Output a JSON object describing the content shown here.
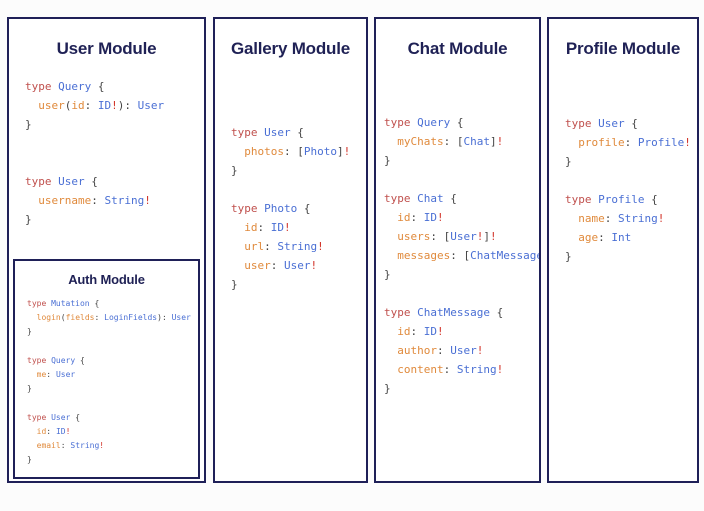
{
  "page": {
    "background": "#fcfcfc",
    "border_color": "#1f2058",
    "title_color": "#1f2155"
  },
  "syntax_colors": {
    "keyword": "#c0504d",
    "type_name": "#4a6fd4",
    "field_name": "#e08a3c",
    "punctuation": "#444444",
    "non_null": "#d2342a"
  },
  "panels": {
    "user": {
      "title": "User Module",
      "code_lines": [
        "type Query {",
        "  user(id: ID!): User",
        "}",
        "",
        "",
        "type User {",
        "  username: String!",
        "}"
      ],
      "code_text": "type Query {\n  user(id: ID!): User\n}\n\n\ntype User {\n  username: String!\n}"
    },
    "auth": {
      "title": "Auth Module",
      "code_lines": [
        "type Mutation {",
        "  login(fields: LoginFields): User",
        "}",
        "",
        "type Query {",
        "  me: User",
        "}",
        "",
        "type User {",
        "  id: ID!",
        "  email: String!",
        "}"
      ],
      "code_text": "type Mutation {\n  login(fields: LoginFields): User\n}\n\ntype Query {\n  me: User\n}\n\ntype User {\n  id: ID!\n  email: String!\n}"
    },
    "gallery": {
      "title": "Gallery Module",
      "code_lines": [
        "type User {",
        "  photos: [Photo]!",
        "}",
        "",
        "type Photo {",
        "  id: ID!",
        "  url: String!",
        "  user: User!",
        "}"
      ],
      "code_text": "type User {\n  photos: [Photo]!\n}\n\ntype Photo {\n  id: ID!\n  url: String!\n  user: User!\n}"
    },
    "chat": {
      "title": "Chat Module",
      "code_lines": [
        "type Query {",
        "  myChats: [Chat]!",
        "}",
        "",
        "type Chat {",
        "  id: ID!",
        "  users: [User!]!",
        "  messages: [ChatMessage]!",
        "}",
        "",
        "type ChatMessage {",
        "  id: ID!",
        "  author: User!",
        "  content: String!",
        "}"
      ],
      "code_text": "type Query {\n  myChats: [Chat]!\n}\n\ntype Chat {\n  id: ID!\n  users: [User!]!\n  messages: [ChatMessage]!\n}\n\ntype ChatMessage {\n  id: ID!\n  author: User!\n  content: String!\n}"
    },
    "profile": {
      "title": "Profile Module",
      "code_lines": [
        "type User {",
        "  profile: Profile!",
        "}",
        "",
        "type Profile {",
        "  name: String!",
        "  age: Int",
        "}"
      ],
      "code_text": "type User {\n  profile: Profile!\n}\n\ntype Profile {\n  name: String!\n  age: Int\n}"
    }
  }
}
